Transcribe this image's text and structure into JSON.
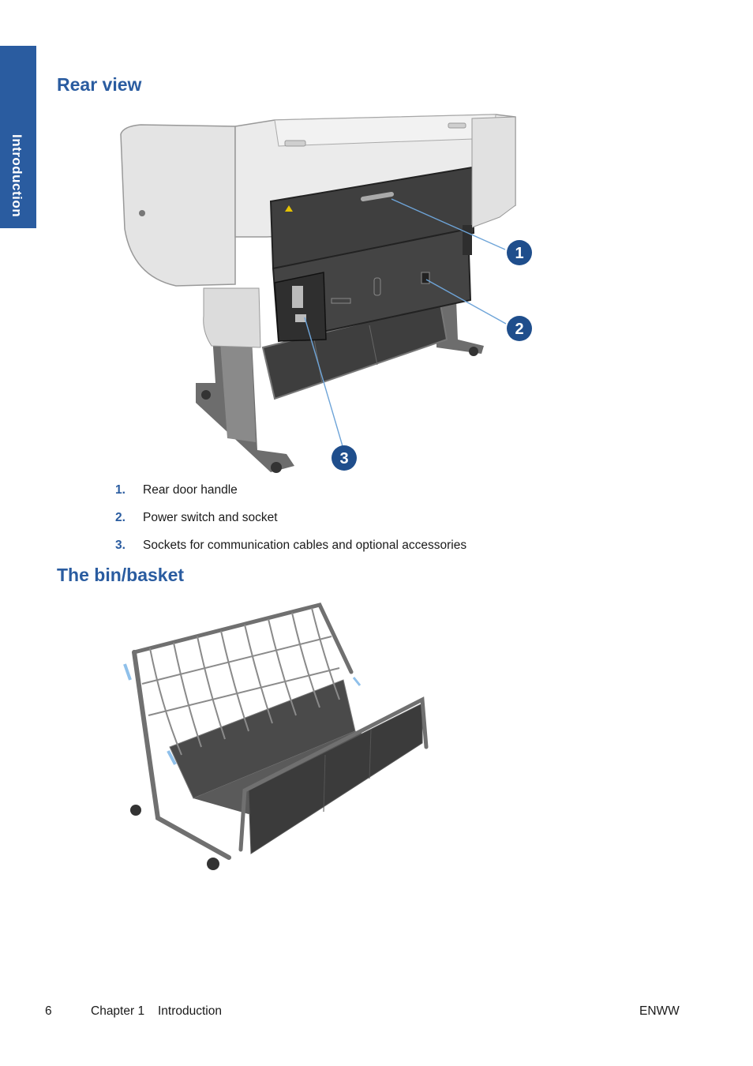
{
  "side_tab": {
    "label": "Introduction",
    "color": "#2a5ca0"
  },
  "sections": {
    "rear_view": {
      "title": "Rear view"
    },
    "bin_basket": {
      "title": "The bin/basket"
    }
  },
  "callouts": [
    "1",
    "2",
    "3"
  ],
  "list": [
    {
      "num": "1.",
      "text": "Rear door handle"
    },
    {
      "num": "2.",
      "text": "Power switch and socket"
    },
    {
      "num": "3.",
      "text": "Sockets for communication cables and optional accessories"
    }
  ],
  "footer": {
    "page": "6",
    "chapter": "Chapter 1",
    "chapter_name": "Introduction",
    "locale": "ENWW"
  },
  "colors": {
    "accent": "#2a5ca0",
    "callout": "#1f4e8c"
  }
}
